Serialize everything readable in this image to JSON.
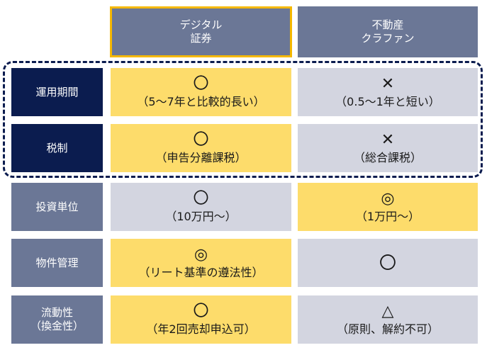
{
  "columns": {
    "digital": {
      "line1": "デジタル",
      "line2": "証券"
    },
    "crowd": {
      "line1": "不動産",
      "line2": "クラファン"
    }
  },
  "rows": [
    {
      "label": "運用期間",
      "digital": {
        "symbol": "〇",
        "note": "（5～7年と比較的長い）"
      },
      "crowd": {
        "symbol": "✕",
        "note": "（0.5～1年と短い）"
      }
    },
    {
      "label": "税制",
      "digital": {
        "symbol": "〇",
        "note": "（申告分離課税）"
      },
      "crowd": {
        "symbol": "✕",
        "note": "（総合課税）"
      }
    },
    {
      "label": "投資単位",
      "digital": {
        "symbol": "〇",
        "note": "（10万円～）"
      },
      "crowd": {
        "symbol": "◎",
        "note": "（1万円～）"
      }
    },
    {
      "label": "物件管理",
      "digital": {
        "symbol": "◎",
        "note": "（リート基準の遵法性）"
      },
      "crowd": {
        "symbol": "〇",
        "note": ""
      }
    },
    {
      "label_line1": "流動性",
      "label_line2": "（換金性）",
      "digital": {
        "symbol": "〇",
        "note": "（年2回売却申込可）"
      },
      "crowd": {
        "symbol": "△",
        "note": "（原則、解約不可）"
      }
    }
  ],
  "colors": {
    "header": "#6b7796",
    "label_dark": "#0b1c4f",
    "yellow": "#fddc6b",
    "gray": "#d3d5e0",
    "accent_border": "#f5b800"
  }
}
